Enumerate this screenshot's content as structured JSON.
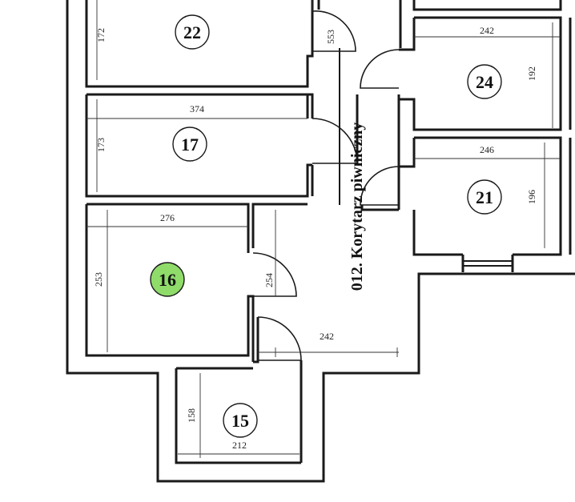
{
  "colors": {
    "wall": "#1a1a1a",
    "highlight": "#8fdc6a",
    "circle_fill": "#ffffff"
  },
  "corridor": {
    "label": "012. Korytarz piwniczny"
  },
  "rooms": [
    {
      "number": "22",
      "dims": [
        "172",
        "553"
      ]
    },
    {
      "number": "17",
      "dims": [
        "374",
        "173"
      ]
    },
    {
      "number": "16",
      "dims": [
        "276",
        "253",
        "254"
      ],
      "highlighted": true
    },
    {
      "number": "15",
      "dims": [
        "158",
        "212"
      ]
    },
    {
      "number": "24",
      "dims": [
        "242",
        "192"
      ]
    },
    {
      "number": "21",
      "dims": [
        "246",
        "196"
      ]
    }
  ],
  "corridor_dims": [
    "242"
  ]
}
